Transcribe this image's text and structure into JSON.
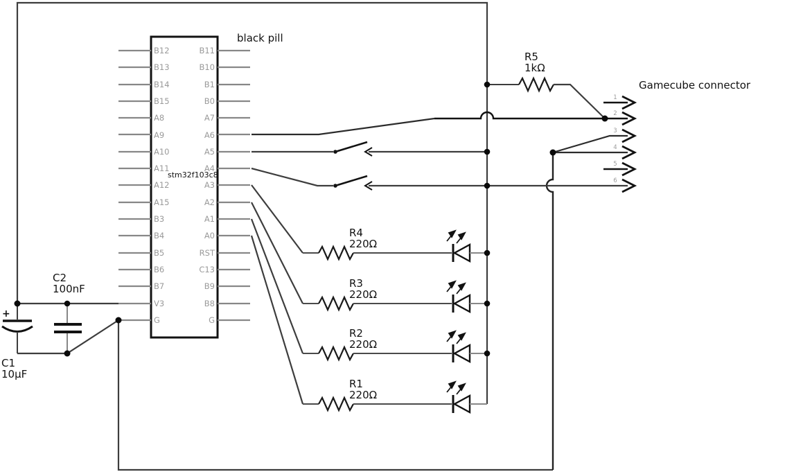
{
  "diagram": {
    "board_label": "black pill",
    "chip_name": "stm32f103c8",
    "chip_pins_left": [
      "B12",
      "B13",
      "B14",
      "B15",
      "A8",
      "A9",
      "A10",
      "A11",
      "A12",
      "A15",
      "B3",
      "B4",
      "B5",
      "B6",
      "B7",
      "V3",
      "G"
    ],
    "chip_pins_right": [
      "B11",
      "B10",
      "B1",
      "B0",
      "A7",
      "A6",
      "A5",
      "A4",
      "A3",
      "A2",
      "A1",
      "A0",
      "RST",
      "C13",
      "B9",
      "B8",
      "G"
    ],
    "connector": {
      "label": "Gamecube connector",
      "pin_numbers": [
        "1",
        "2",
        "3",
        "4",
        "5",
        "6"
      ]
    },
    "resistors": [
      {
        "name": "R5",
        "value": "1kΩ"
      },
      {
        "name": "R4",
        "value": "220Ω"
      },
      {
        "name": "R3",
        "value": "220Ω"
      },
      {
        "name": "R2",
        "value": "220Ω"
      },
      {
        "name": "R1",
        "value": "220Ω"
      }
    ],
    "capacitors": [
      {
        "name": "C1",
        "value": "10µF",
        "polarity": "+"
      },
      {
        "name": "C2",
        "value": "100nF"
      }
    ],
    "colors": {
      "background": "#ffffff",
      "wire_dark": "#3d3d3d",
      "wire_black": "#121212",
      "wire_gray": "#878787",
      "label_gray": "#9a9a9a",
      "text": "#121212"
    }
  }
}
